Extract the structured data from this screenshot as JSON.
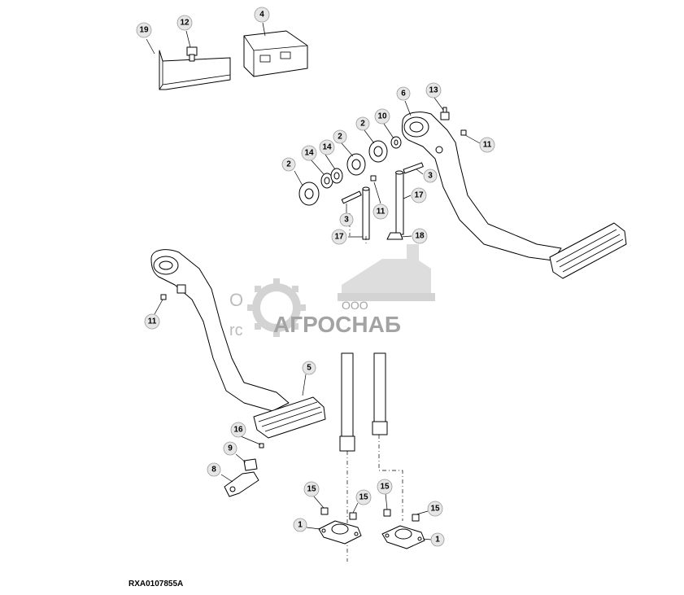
{
  "figure_id": "RXA0107855A",
  "watermark": {
    "prefix_top": "О",
    "prefix_bottom": "rc",
    "small_text": "ООО",
    "brand": "АГРОСНАБ"
  },
  "callouts": {
    "c19": "19",
    "c12": "12",
    "c4": "4",
    "c13": "13",
    "c6": "6",
    "c10": "10",
    "c2a": "2",
    "c2b": "2",
    "c14a": "14",
    "c14b": "14",
    "c2c": "2",
    "c11a": "11",
    "c3a": "3",
    "c11b": "11",
    "c17a": "17",
    "c3b": "3",
    "c17b": "17",
    "c18": "18",
    "c11c": "11",
    "c5": "5",
    "c16": "16",
    "c9": "9",
    "c8": "8",
    "c15a": "15",
    "c15b": "15",
    "c15c": "15",
    "c15d": "15",
    "c1a": "1",
    "c1b": "1"
  }
}
